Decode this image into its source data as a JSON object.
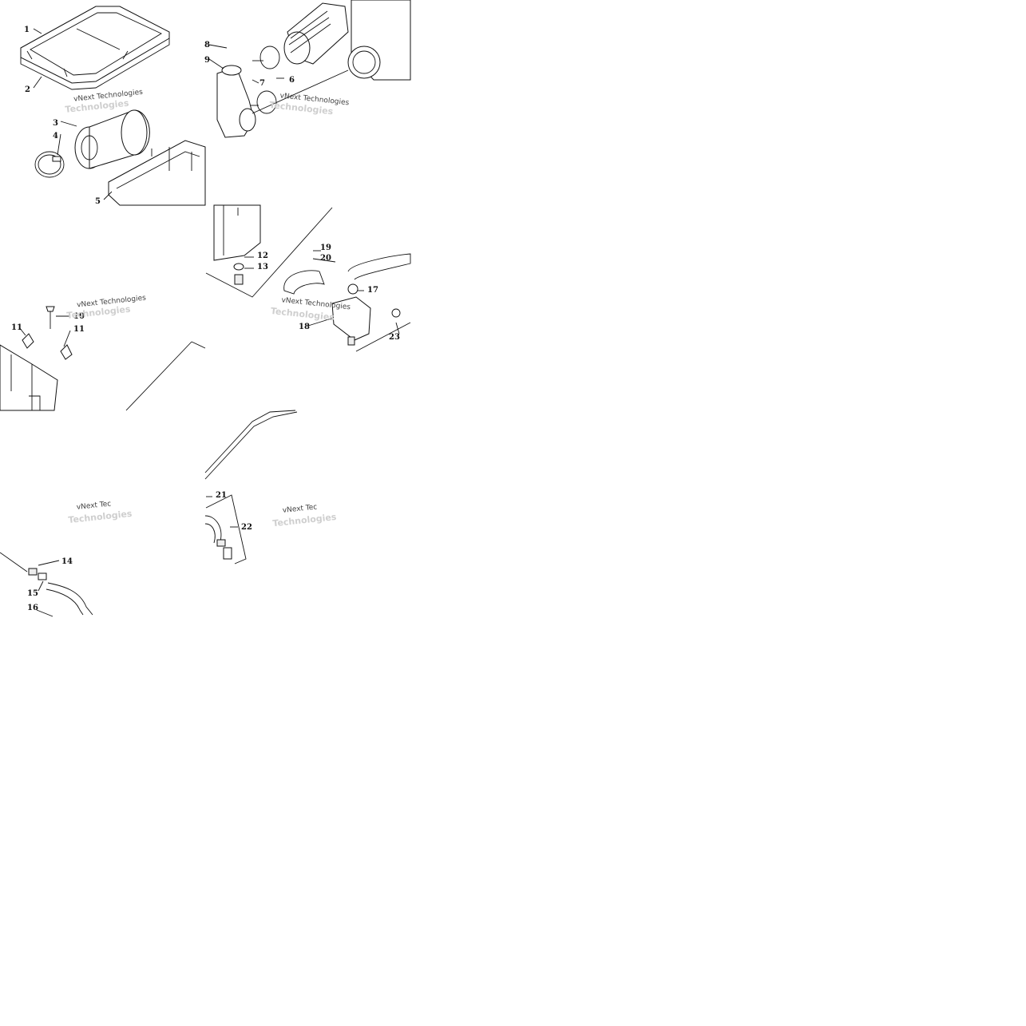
{
  "watermark": {
    "line1": "vNext Technologies",
    "line2": "Technologies",
    "partial": "vNext Tec"
  },
  "labels": {
    "l1": "1",
    "l2": "2",
    "l3": "3",
    "l4": "4",
    "l5": "5",
    "l6": "6",
    "l7": "7",
    "l8": "8",
    "l9": "9",
    "l10": "10",
    "l11": "11",
    "l12": "12",
    "l13": "13",
    "l14": "14",
    "l15": "15",
    "l16": "16",
    "l17": "17",
    "l18": "18",
    "l19": "19",
    "l20": "20",
    "l21": "21",
    "l22": "22",
    "l23": "23"
  }
}
